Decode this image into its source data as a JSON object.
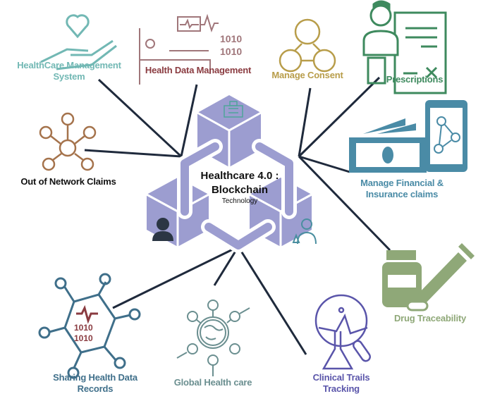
{
  "center": {
    "line1": "Healthcare 4.0 :",
    "line2": "Blockchain",
    "line3": "Technology"
  },
  "nodes": [
    {
      "id": "healthcare-management",
      "line1": "HealthCare Management",
      "line2": "System",
      "color": "#72b8b4",
      "icon": "heart-in-hand-icon"
    },
    {
      "id": "health-data-management",
      "line1": "Health Data Management",
      "color": "#8a3b40",
      "icon": "hospital-bed-monitor-icon"
    },
    {
      "id": "manage-consent",
      "line1": "Manage Consent",
      "color": "#b89d4a",
      "icon": "user-network-icon"
    },
    {
      "id": "prescriptions",
      "line1": "Prescriptions",
      "color": "#3e8a5e",
      "icon": "doctor-prescription-icon"
    },
    {
      "id": "out-of-network",
      "line1": "Out of Network Claims",
      "color": "#111111",
      "icon": "network-hub-icon"
    },
    {
      "id": "financial",
      "line1": "Manage Financial &",
      "line2": "Insurance claims",
      "color": "#4a8ba6",
      "icon": "money-phone-icon"
    },
    {
      "id": "drug",
      "line1": "Drug Traceability",
      "color": "#8fa878",
      "icon": "medicine-syringe-icon"
    },
    {
      "id": "sharing",
      "line1": "Sharing Health Data",
      "line2": "Records",
      "color": "#3f6f8a",
      "icon": "data-hexagon-icon"
    },
    {
      "id": "global",
      "line1": "Global Health care",
      "color": "#6b8f90",
      "icon": "globe-network-icon"
    },
    {
      "id": "clinical",
      "line1": "Clinical Trails",
      "line2": "Tracking",
      "color": "#5a55aa",
      "icon": "lab-magnifier-icon"
    }
  ],
  "colors": {
    "cube": "#9c9dd0",
    "connector": "#1f2a3c"
  }
}
